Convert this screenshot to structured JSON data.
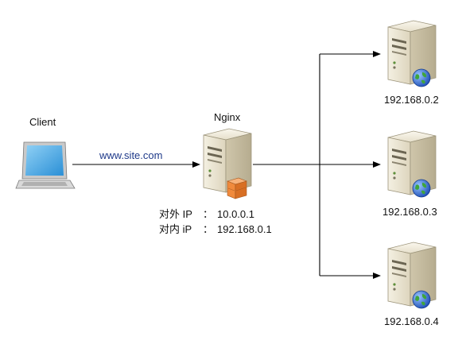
{
  "client": {
    "label": "Client"
  },
  "link": {
    "label": "www.site.com"
  },
  "proxy": {
    "label": "Nginx",
    "external": {
      "key": "对外 IP",
      "sep": "：",
      "value": "10.0.0.1"
    },
    "internal": {
      "key": "对内 iP",
      "sep": "：",
      "value": "192.168.0.1"
    }
  },
  "backends": [
    {
      "label": "192.168.0.2"
    },
    {
      "label": "192.168.0.3"
    },
    {
      "label": "192.168.0.4"
    }
  ],
  "colors": {
    "line": "#000000",
    "link_text": "#1f3a8a",
    "server_body": "#e8e2cf",
    "firewall": "#f08a3c",
    "globe": "#2f6fd6"
  }
}
